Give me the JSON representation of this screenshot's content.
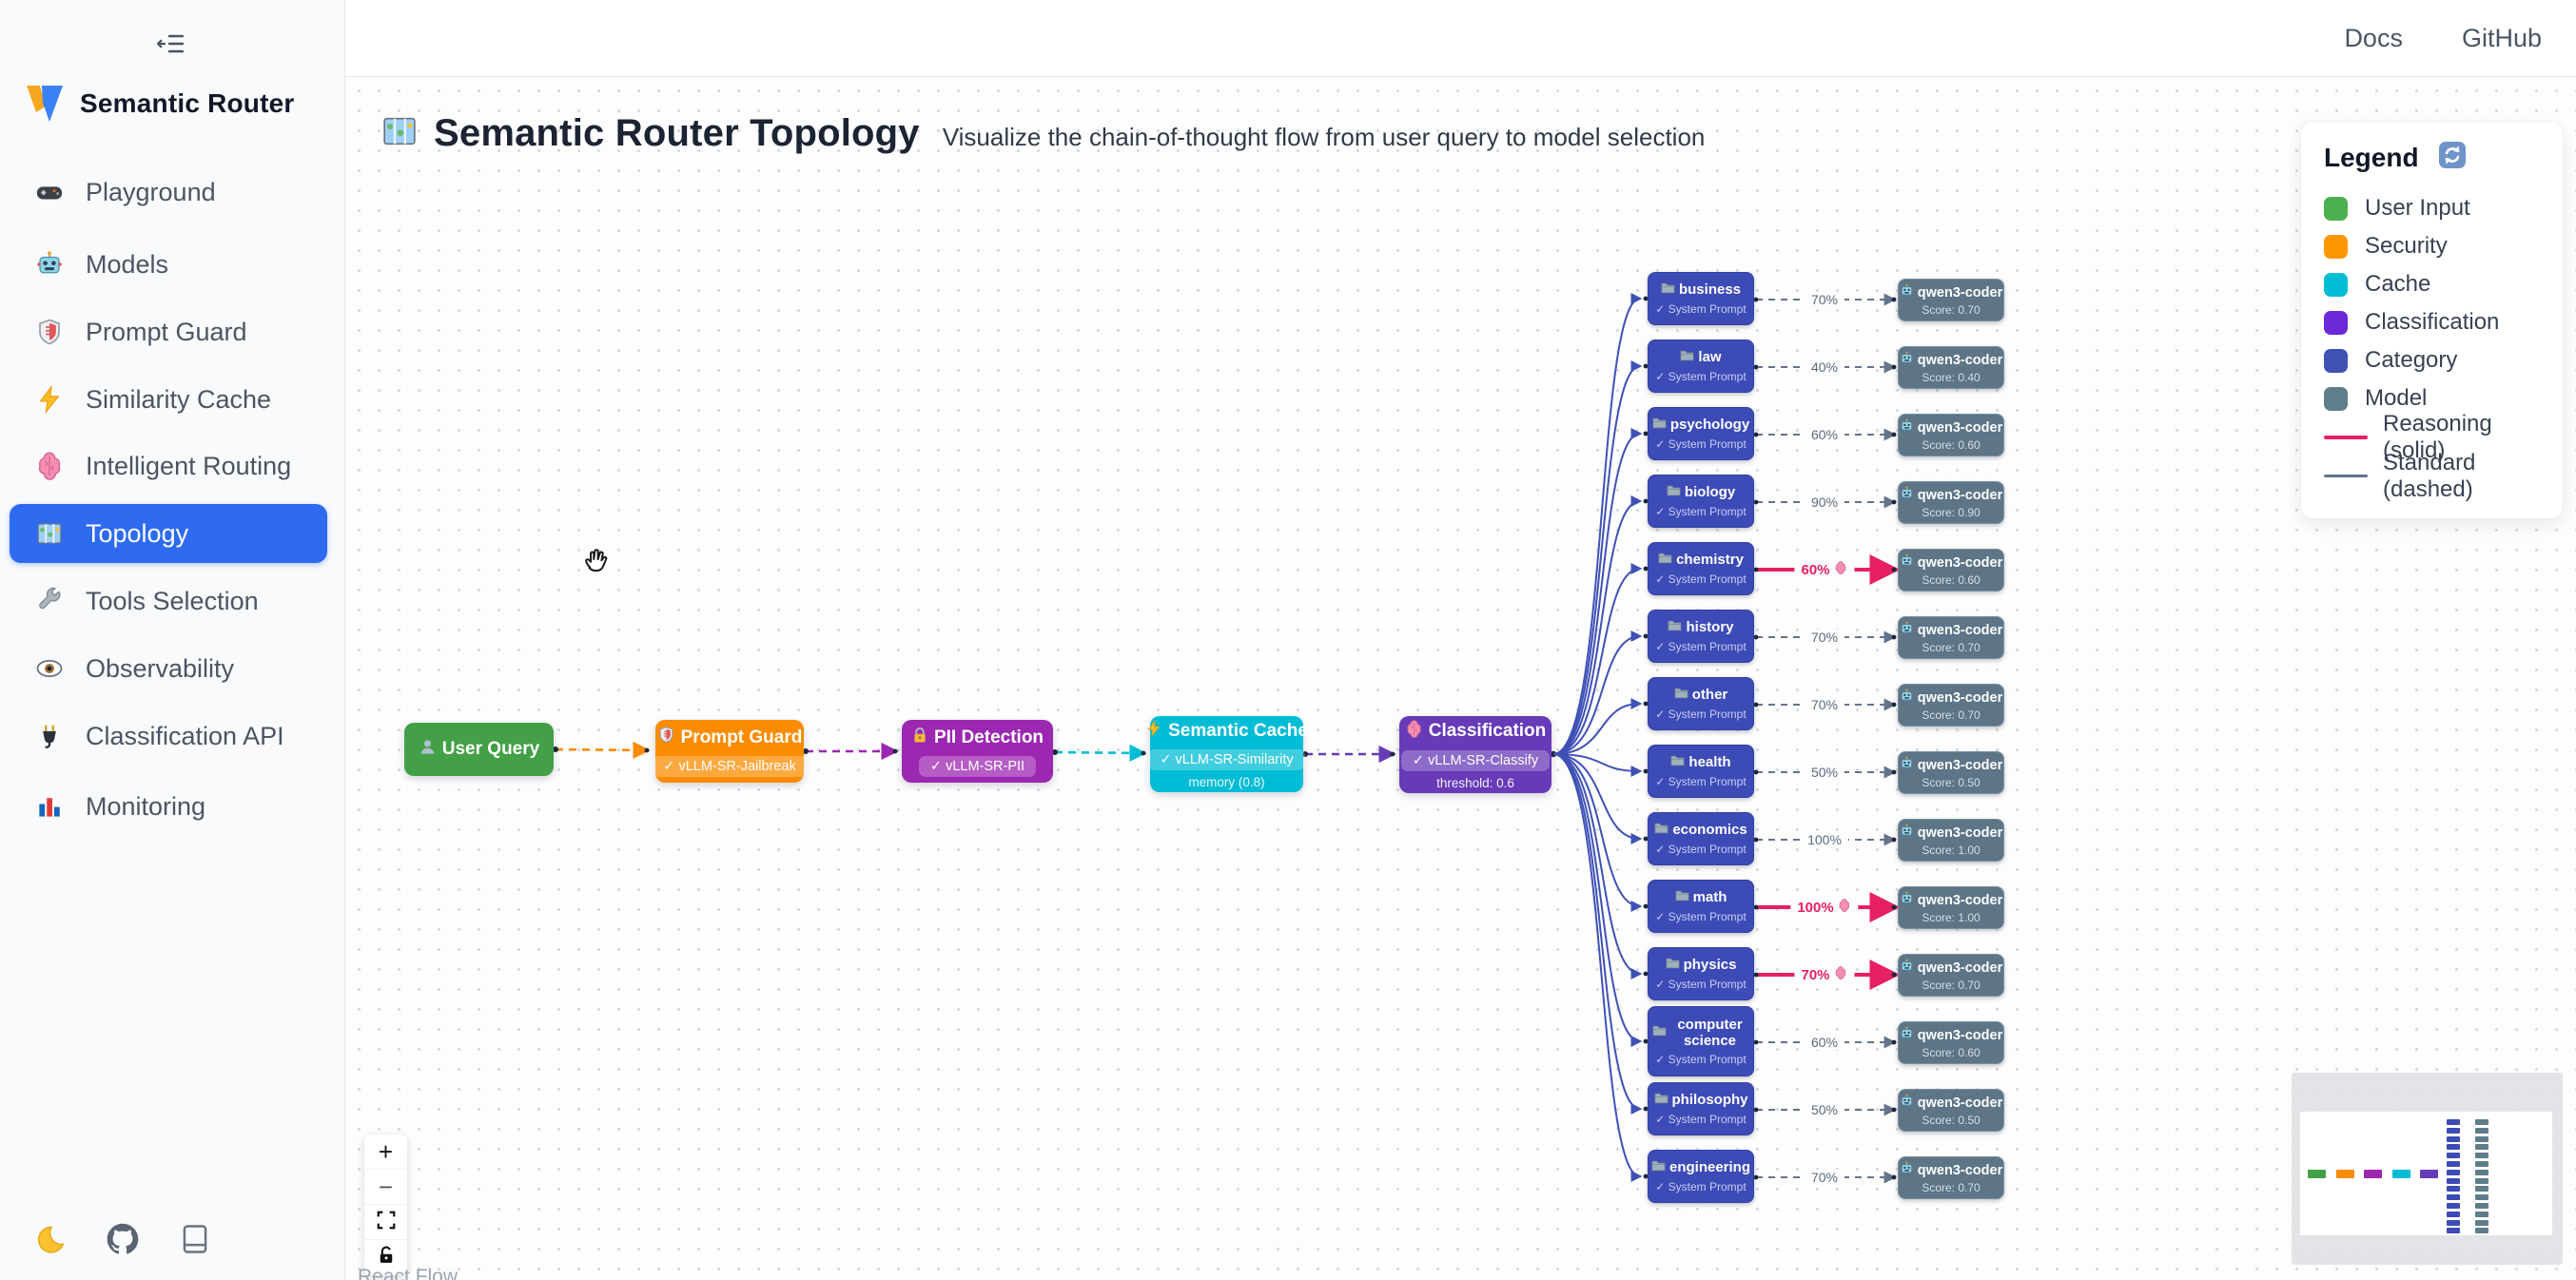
{
  "app": {
    "name": "Semantic Router"
  },
  "topbar": {
    "docs": "Docs",
    "github": "GitHub"
  },
  "sidebar": {
    "items": [
      {
        "icon": "gamepad",
        "label": "Playground",
        "active": false
      },
      {
        "icon": "robot",
        "label": "Models",
        "active": false
      },
      {
        "icon": "shield",
        "label": "Prompt Guard",
        "active": false
      },
      {
        "icon": "zap",
        "label": "Similarity Cache",
        "active": false
      },
      {
        "icon": "brain",
        "label": "Intelligent Routing",
        "active": false
      },
      {
        "icon": "map",
        "label": "Topology",
        "active": true
      },
      {
        "icon": "wrench",
        "label": "Tools Selection",
        "active": false
      },
      {
        "icon": "eye",
        "label": "Observability",
        "active": false
      },
      {
        "icon": "plug",
        "label": "Classification API",
        "active": false
      },
      {
        "icon": "chart",
        "label": "Monitoring",
        "active": false
      }
    ],
    "footer_icons": [
      "moon",
      "github",
      "book"
    ]
  },
  "header": {
    "icon": "map",
    "title": "Semantic Router Topology",
    "subtitle": "Visualize the chain-of-thought flow from user query to model selection"
  },
  "legend": {
    "title": "Legend",
    "refresh_icon": "refresh",
    "items": [
      {
        "label": "User Input",
        "color": "#4CAF50"
      },
      {
        "label": "Security",
        "color": "#FF9800"
      },
      {
        "label": "Cache",
        "color": "#00BCD4"
      },
      {
        "label": "Classification",
        "color": "#6D28D9"
      },
      {
        "label": "Category",
        "color": "#3F51B5"
      },
      {
        "label": "Model",
        "color": "#607D8B"
      }
    ],
    "lines": [
      {
        "label": "Reasoning (solid)",
        "color": "#E71F63",
        "dashed": false
      },
      {
        "label": "Standard (dashed)",
        "color": "#64748B",
        "dashed": true
      }
    ]
  },
  "pipeline": [
    {
      "icon": "user",
      "title": "User Query",
      "badge": "",
      "sub": "",
      "color": "#43A047"
    },
    {
      "icon": "shield",
      "title": "Prompt Guard",
      "badge": "✓ vLLM-SR-Jailbreak",
      "sub": "",
      "color": "#FB8C00"
    },
    {
      "icon": "lock",
      "title": "PII Detection",
      "badge": "✓ vLLM-SR-PII",
      "sub": "",
      "color": "#9C27B0"
    },
    {
      "icon": "zap",
      "title": "Semantic Cache",
      "badge": "✓ vLLM-SR-Similarity",
      "sub": "memory (0.8)",
      "color": "#00BCD4"
    },
    {
      "icon": "brain",
      "title": "Classification",
      "badge": "✓ vLLM-SR-Classify",
      "sub": "threshold: 0.6",
      "color": "#673AB7"
    }
  ],
  "categories": {
    "sub_label": "✓ System Prompt",
    "rows": [
      {
        "name": "business",
        "pct": "70%",
        "score": "Score: 0.70",
        "reasoning": false
      },
      {
        "name": "law",
        "pct": "40%",
        "score": "Score: 0.40",
        "reasoning": false
      },
      {
        "name": "psychology",
        "pct": "60%",
        "score": "Score: 0.60",
        "reasoning": false
      },
      {
        "name": "biology",
        "pct": "90%",
        "score": "Score: 0.90",
        "reasoning": false
      },
      {
        "name": "chemistry",
        "pct": "60%",
        "score": "Score: 0.60",
        "reasoning": true
      },
      {
        "name": "history",
        "pct": "70%",
        "score": "Score: 0.70",
        "reasoning": false
      },
      {
        "name": "other",
        "pct": "70%",
        "score": "Score: 0.70",
        "reasoning": false
      },
      {
        "name": "health",
        "pct": "50%",
        "score": "Score: 0.50",
        "reasoning": false
      },
      {
        "name": "economics",
        "pct": "100%",
        "score": "Score: 1.00",
        "reasoning": false
      },
      {
        "name": "math",
        "pct": "100%",
        "score": "Score: 1.00",
        "reasoning": true
      },
      {
        "name": "physics",
        "pct": "70%",
        "score": "Score: 0.70",
        "reasoning": true
      },
      {
        "name": "computer science",
        "pct": "60%",
        "score": "Score: 0.60",
        "reasoning": false
      },
      {
        "name": "philosophy",
        "pct": "50%",
        "score": "Score: 0.50",
        "reasoning": false
      },
      {
        "name": "engineering",
        "pct": "70%",
        "score": "Score: 0.70",
        "reasoning": false
      }
    ]
  },
  "model": {
    "name": "qwen3-coder"
  },
  "controls": {
    "attribution": "React Flow"
  }
}
